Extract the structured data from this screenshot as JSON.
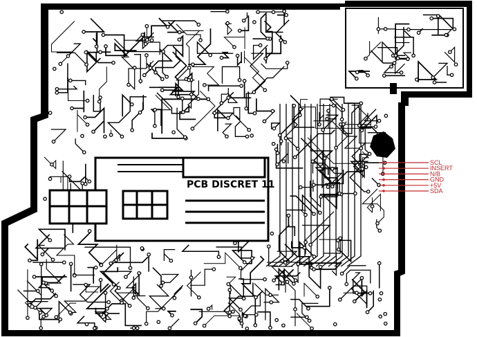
{
  "board": {
    "title": "PCB DISCRET 11",
    "trace_color": "#000000",
    "background_color": "#ffffff",
    "label_color": "#c0282d"
  },
  "connector": {
    "pins": [
      {
        "label": "SCL"
      },
      {
        "label": "INSERT"
      },
      {
        "label": "N/B"
      },
      {
        "label": "GND"
      },
      {
        "label": "+5V"
      },
      {
        "label": "SDA"
      }
    ]
  }
}
